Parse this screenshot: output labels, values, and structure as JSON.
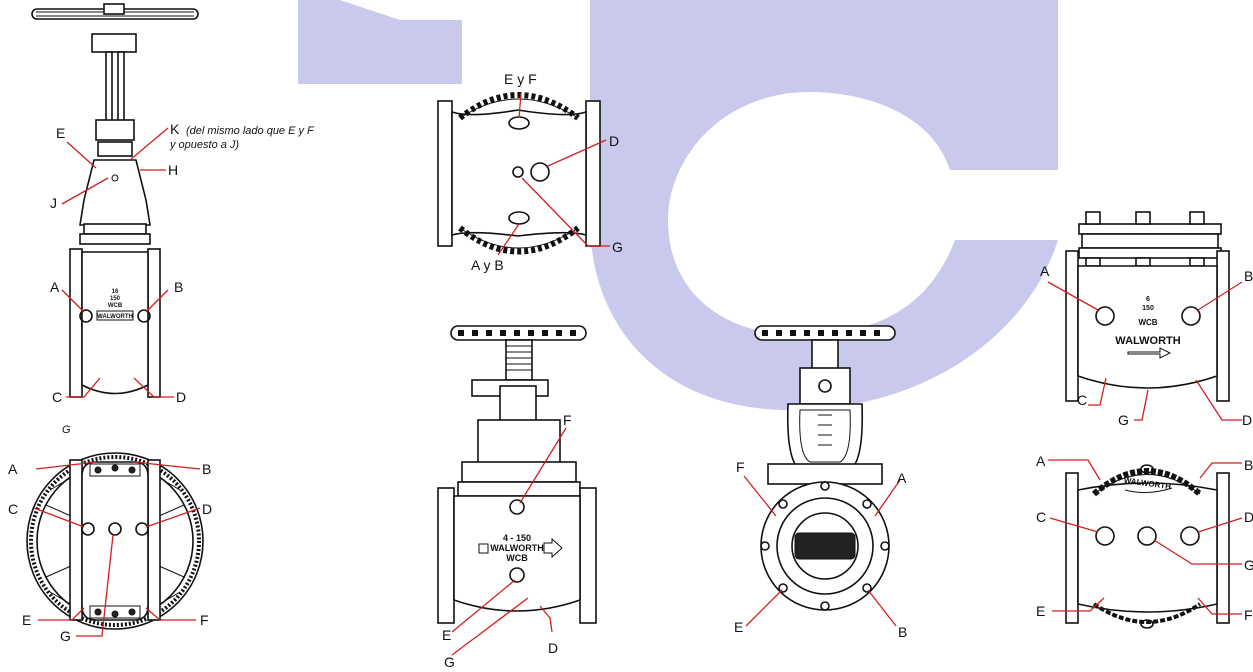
{
  "watermark": {
    "color": "#c9c9ee",
    "stripe_color": "#d6f1f8"
  },
  "leader_color": "#d21f1f",
  "views": {
    "gate_front": {
      "labels": {
        "E": "E",
        "K": "K",
        "K_note_1": "(del mismo lado que E y F",
        "K_note_2": "y opuesto a J)",
        "H": "H",
        "J": "J",
        "A": "A",
        "B": "B",
        "C": "C",
        "D": "D"
      },
      "marking": {
        "size": "16",
        "class": "150",
        "material": "WCB",
        "brand": "WALWORTH"
      }
    },
    "gate_bottom": {
      "labels": {
        "G_top": "G",
        "A": "A",
        "B": "B",
        "C": "C",
        "D": "D",
        "E": "E",
        "F": "F",
        "G": "G"
      }
    },
    "top_view": {
      "labels": {
        "EyF": "E y F",
        "D": "D",
        "G": "G",
        "AyB": "A y B"
      }
    },
    "globe_front": {
      "labels": {
        "F": "F",
        "E": "E",
        "D": "D",
        "G": "G"
      },
      "marking": {
        "line1": "4 - 150",
        "brand": "WALWORTH",
        "material": "WCB"
      }
    },
    "globe_end": {
      "labels": {
        "F": "F",
        "A": "A",
        "E": "E",
        "B": "B"
      }
    },
    "check_front": {
      "labels": {
        "A": "A",
        "B": "B",
        "C": "C",
        "G": "G",
        "D": "D"
      },
      "marking": {
        "size": "6",
        "class": "150",
        "material": "WCB",
        "brand": "WALWORTH"
      }
    },
    "check_bottom": {
      "labels": {
        "A": "A",
        "B": "B",
        "C": "C",
        "D": "D",
        "G": "G",
        "E": "E",
        "F": "F"
      },
      "marking": {
        "brand": "WALWORTH"
      }
    }
  }
}
